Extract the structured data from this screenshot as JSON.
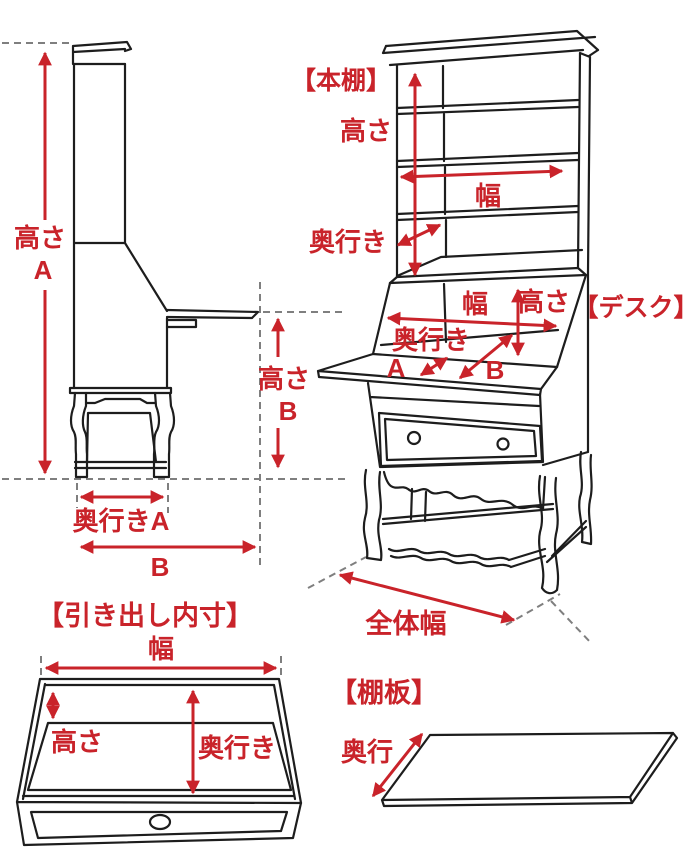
{
  "colors": {
    "accent": "#c9232a",
    "line": "#1d1d1d",
    "dash": "#7f7f7f"
  },
  "side_view": {
    "height_label": "高さ",
    "height_suffix": "A",
    "depth_a_label": "奥行きA",
    "depth_b_label": "B",
    "desk_height_label": "高さ",
    "desk_height_suffix": "B"
  },
  "bookshelf": {
    "title": "【本棚】",
    "height_label": "高さ",
    "width_label": "幅",
    "depth_label": "奥行き"
  },
  "desk": {
    "title": "【デスク】",
    "width_label": "幅",
    "height_label": "高さ",
    "depth_label": "奥行き",
    "depth_a_label": "A",
    "depth_b_label": "B"
  },
  "base": {
    "overall_width_label": "全体幅"
  },
  "drawer": {
    "title": "【引き出し内寸】",
    "width_label": "幅",
    "height_label": "高さ",
    "depth_label": "奥行き"
  },
  "shelf_board": {
    "title": "【棚板】",
    "depth_label": "奥行"
  }
}
